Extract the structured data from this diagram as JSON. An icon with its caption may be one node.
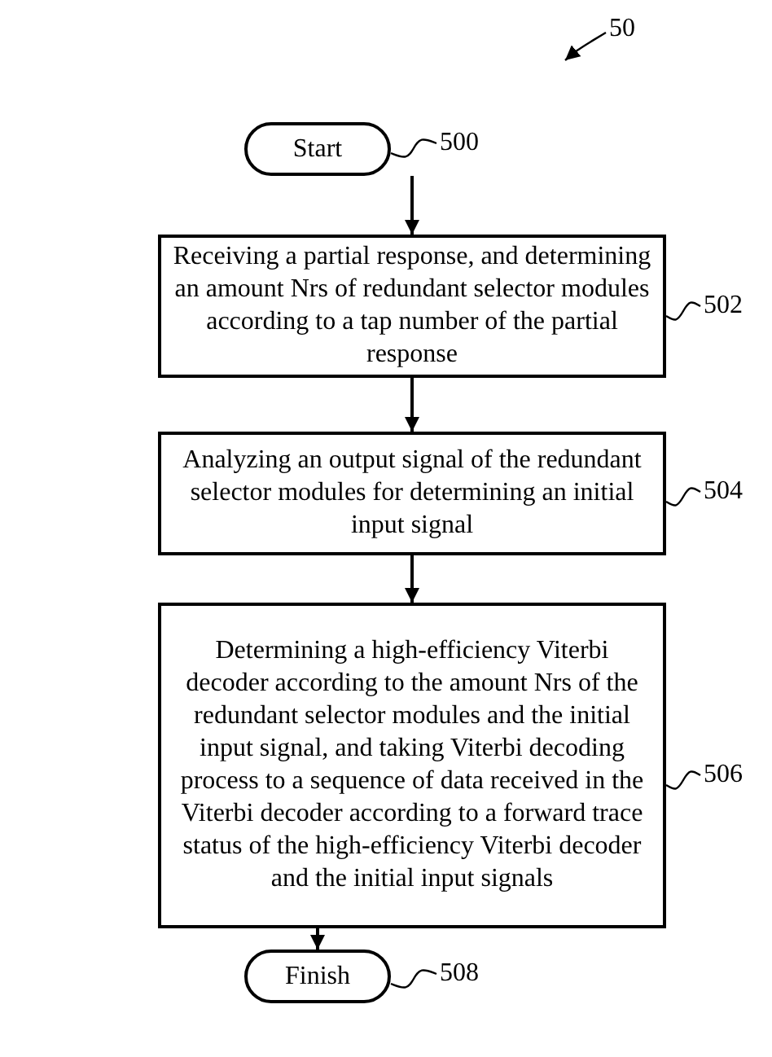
{
  "diagram": {
    "nodes": [
      {
        "text": [
          "Start"
        ]
      },
      {
        "text": [
          "Receiving a partial response, and determining an amount Nrs of redundant selector modules according to a tap number of the partial response"
        ]
      },
      {
        "text": [
          "Analyzing an output signal of the redundant selector modules for determining an initial input signal"
        ]
      },
      {
        "text": [
          "Determining a high-efficiency Viterbi decoder according to the amount Nrs of the redundant selector modules and the initial input signal, and taking Viterbi decoding process to a sequence of data received in the Viterbi decoder according to a forward trace status of the high-efficiency Viterbi decoder and the initial input signals"
        ]
      },
      {
        "text": [
          "Finish"
        ]
      },
      {
        "text": [
          "50"
        ]
      },
      {
        "text": [
          "500"
        ]
      },
      {
        "text": [
          "502"
        ]
      },
      {
        "text": [
          "504"
        ]
      },
      {
        "text": [
          "506"
        ]
      },
      {
        "text": [
          "508"
        ]
      }
    ],
    "edges": [
      {
        "from": 0,
        "to": 1,
        "arrow": "to"
      },
      {
        "from": 1,
        "to": 2,
        "arrow": "to"
      },
      {
        "from": 2,
        "to": 3,
        "arrow": "to"
      },
      {
        "from": 3,
        "to": 4,
        "arrow": "to"
      },
      {
        "from": 5,
        "to": null,
        "arrow": "to"
      },
      {
        "from": 6,
        "to": 0,
        "arrow": "none"
      },
      {
        "from": 7,
        "to": 1,
        "arrow": "none"
      },
      {
        "from": 8,
        "to": 2,
        "arrow": "none"
      },
      {
        "from": 9,
        "to": 3,
        "arrow": "none"
      },
      {
        "from": 10,
        "to": 4,
        "arrow": "none"
      }
    ]
  }
}
